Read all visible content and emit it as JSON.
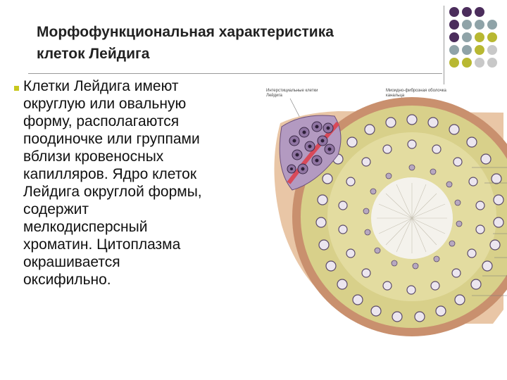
{
  "slide": {
    "title_line1": "Морфофункциональная характеристика",
    "title_line2": "клеток Лейдига",
    "body": "Клетки Лейдига имеют\nокруглую или овальную\nформу, располагаются\nпоодиночке или группами\nвблизи кровеносных\nкапилляров. Ядро клеток\nЛейдига округлой формы,\nсодержит\nмелкодисперсный\nхроматин. Цитоплазма\nокрашивается\nоксифильно."
  },
  "figure": {
    "label_left": "Интерстициальные клетки\nЛейдига",
    "label_right": "Миоидно-фиброзная оболочка\nканальца"
  },
  "theme": {
    "purple": "#4b2d5c",
    "grey_blue": "#8fa3a8",
    "olive": "#b8b832",
    "light_grey": "#c8c8c8",
    "accent": "#c8c81e"
  }
}
